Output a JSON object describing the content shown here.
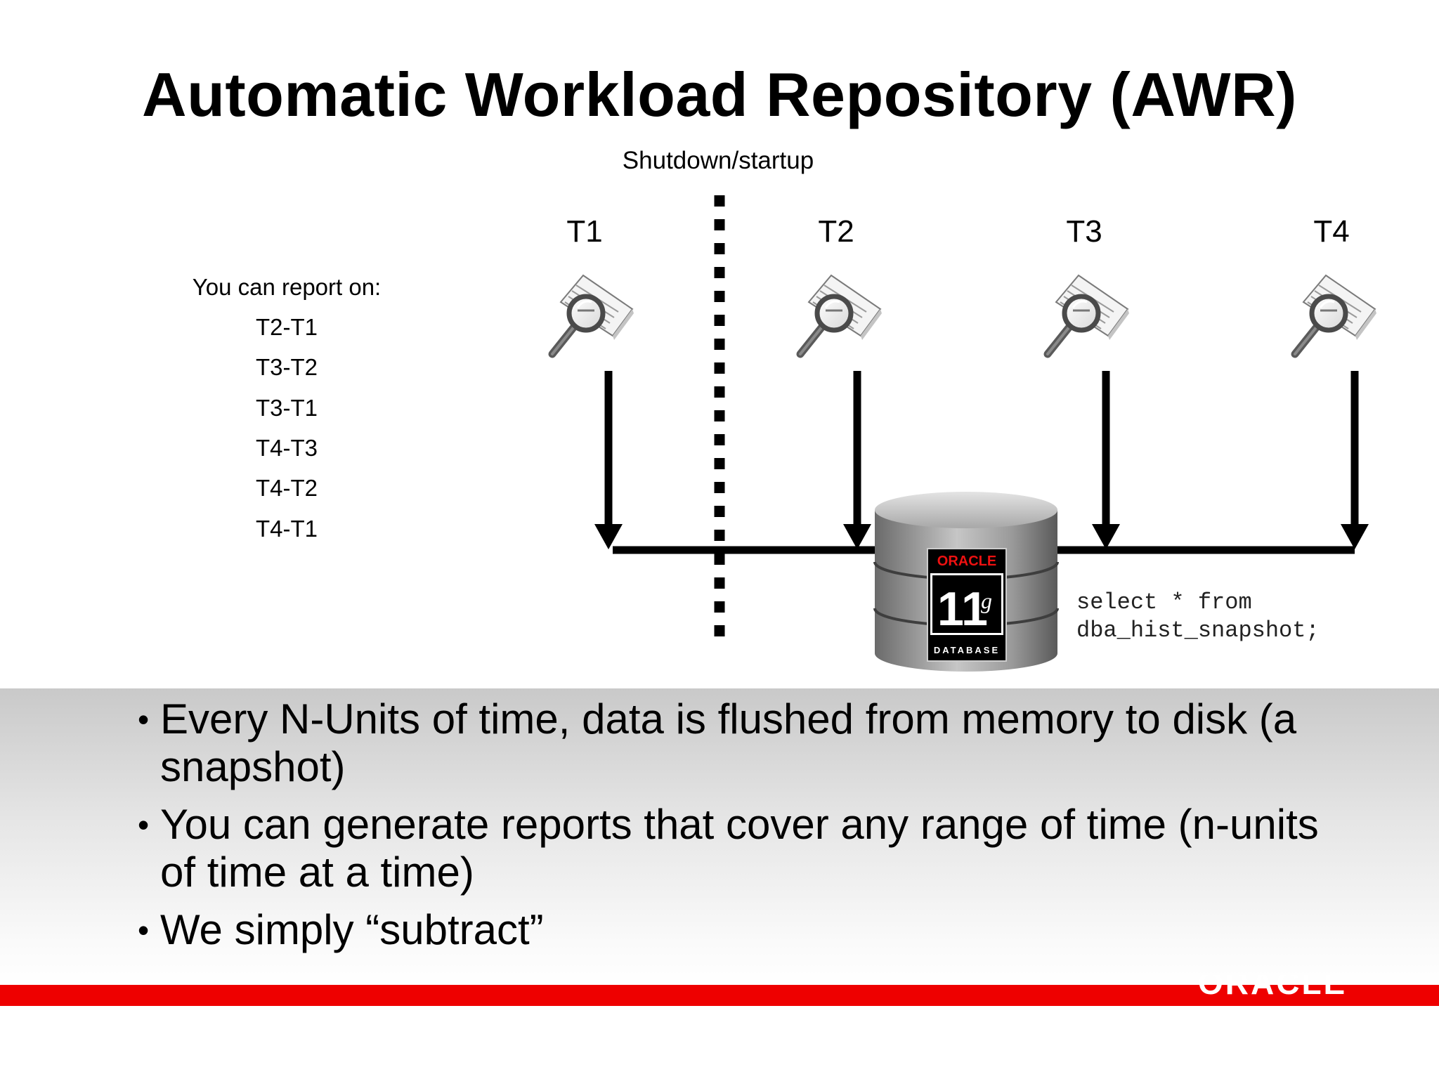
{
  "title": "Automatic Workload Repository (AWR)",
  "shutdown_label": "Shutdown/startup",
  "snapshots": [
    "T1",
    "T2",
    "T3",
    "T4"
  ],
  "report": {
    "heading": "You can report on:",
    "ranges": [
      "T2-T1",
      "T3-T2",
      "T3-T1",
      "T4-T3",
      "T4-T2",
      "T4-T1"
    ]
  },
  "database": {
    "brand": "ORACLE",
    "version": "11",
    "version_suffix": "g",
    "label": "DATABASE"
  },
  "sql": {
    "line1": "select * from",
    "line2": "dba_hist_snapshot;"
  },
  "bullets": [
    "Every N-Units of time, data is flushed from memory to disk (a snapshot)",
    "You can generate reports that cover any range of time (n-units of time at a time)",
    "We simply “subtract”"
  ],
  "bullet_symbol": "•",
  "footer_logo": "ORACLE",
  "colors": {
    "accent_red": "#ee0000",
    "oracle_red": "#cc0000"
  }
}
